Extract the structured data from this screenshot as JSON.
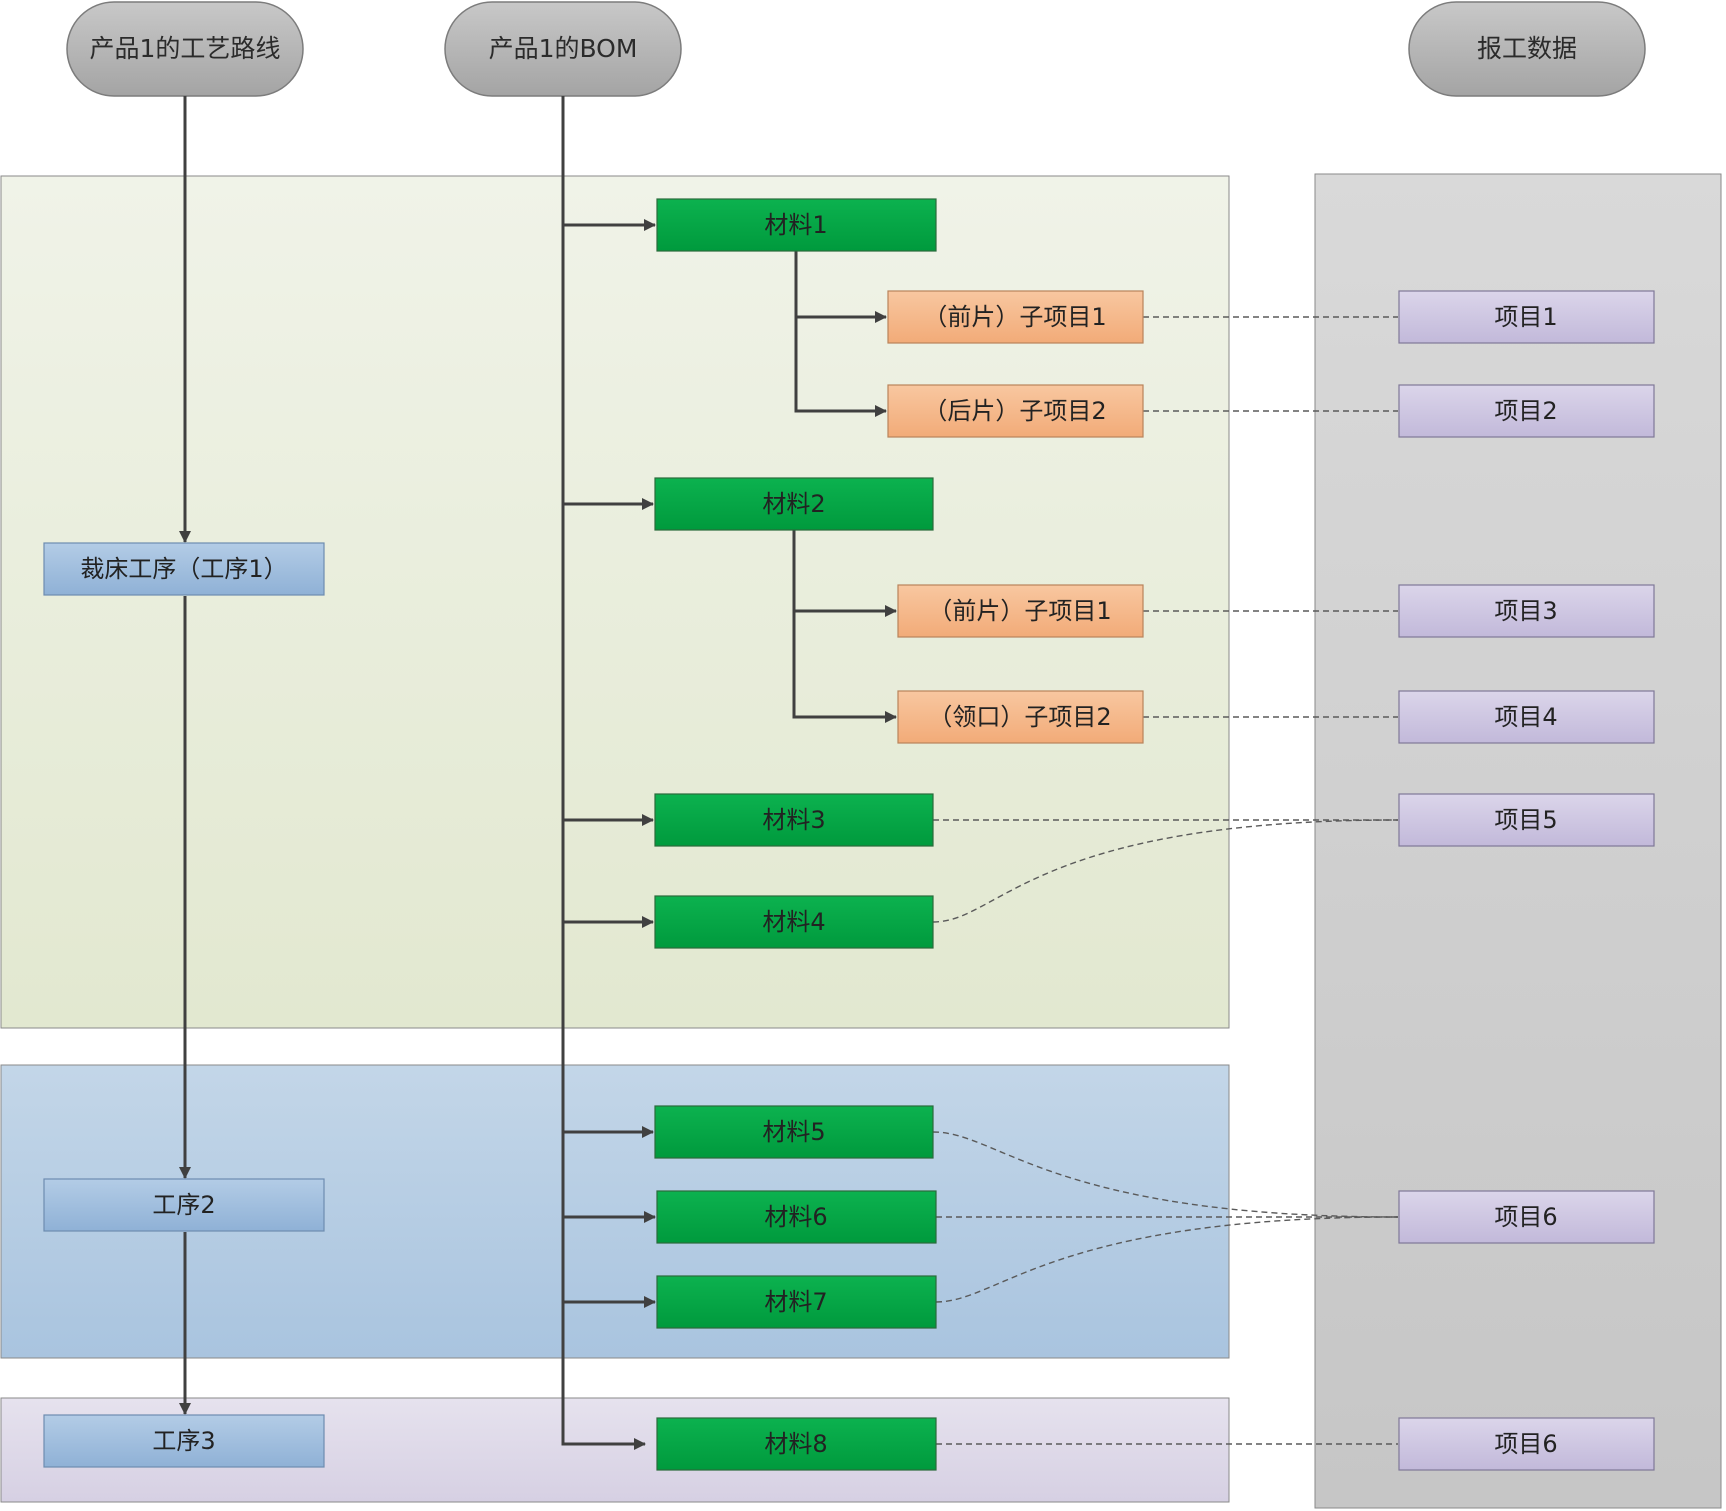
{
  "headers": {
    "routing": "产品1的工艺路线",
    "bom": "产品1的BOM",
    "report": "报工数据"
  },
  "processes": [
    {
      "label": "裁床工序（工序1）"
    },
    {
      "label": "工序2"
    },
    {
      "label": "工序3"
    }
  ],
  "materials": [
    {
      "label": "材料1"
    },
    {
      "label": "材料2"
    },
    {
      "label": "材料3"
    },
    {
      "label": "材料4"
    },
    {
      "label": "材料5"
    },
    {
      "label": "材料6"
    },
    {
      "label": "材料7"
    },
    {
      "label": "材料8"
    }
  ],
  "subitems": [
    {
      "label": "（前片）子项目1"
    },
    {
      "label": "（后片）子项目2"
    },
    {
      "label": "（前片）子项目1"
    },
    {
      "label": "（领口）子项目2"
    }
  ],
  "reports": [
    {
      "label": "项目1"
    },
    {
      "label": "项目2"
    },
    {
      "label": "项目3"
    },
    {
      "label": "项目4"
    },
    {
      "label": "项目5"
    },
    {
      "label": "项目6"
    },
    {
      "label": "项目6"
    }
  ],
  "colors": {
    "material": "#00a645",
    "subitem": "#f5b88a",
    "process": "#9dbcdc",
    "report": "#cdc6e0",
    "zone1": "#e9eddb",
    "zone2": "#b6cde2",
    "zone3": "#ddd8e6",
    "report_panel": "#d0d0d0",
    "header": "#b3b3b3",
    "connector": "#404040"
  }
}
